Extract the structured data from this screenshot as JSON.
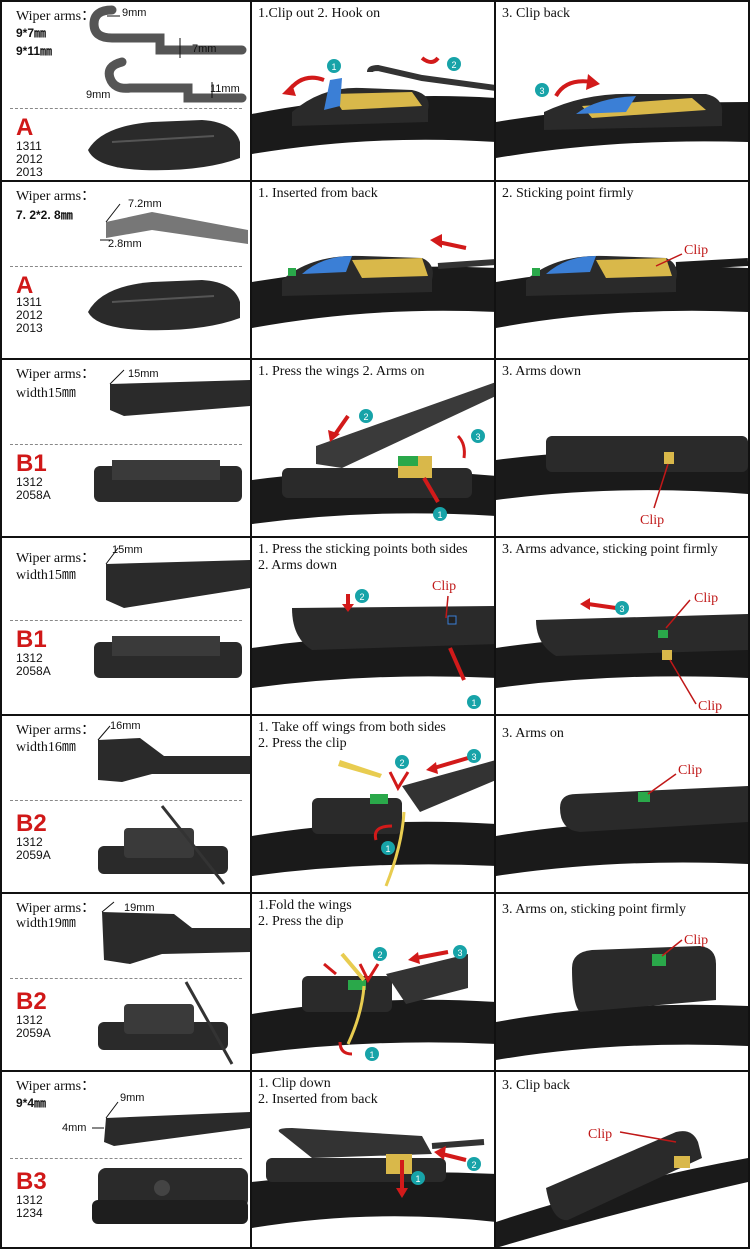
{
  "rows": [
    {
      "arms_label": "Wiper arms：",
      "arms_size": [
        "9*7㎜",
        "9*11㎜"
      ],
      "dims": [
        "9mm",
        "7mm",
        "9mm",
        "11mm"
      ],
      "type": "A",
      "codes": [
        "1311",
        "2012",
        "2013"
      ],
      "step_a": [
        "1.Clip out 2. Hook on"
      ],
      "step_b": [
        "3. Clip back"
      ],
      "clip_labels_a": [],
      "clip_labels_b": [],
      "badges_a": [
        "1",
        "2"
      ],
      "badges_b": [
        "3"
      ]
    },
    {
      "arms_label": "Wiper arms：",
      "arms_size": [
        "7. 2*2. 8㎜"
      ],
      "dims": [
        "7.2mm",
        "2.8mm"
      ],
      "type": "A",
      "codes": [
        "1311",
        "2012",
        "2013"
      ],
      "step_a": [
        "1. Inserted from back"
      ],
      "step_b": [
        "2. Sticking point firmly"
      ],
      "clip_labels_a": [],
      "clip_labels_b": [
        "Clip"
      ],
      "badges_a": [],
      "badges_b": []
    },
    {
      "arms_label": "Wiper arms：",
      "arms_size": [
        "width15㎜"
      ],
      "dims": [
        "15mm"
      ],
      "type": "B1",
      "codes": [
        "1312",
        "2058A"
      ],
      "step_a": [
        "1. Press the wings    2. Arms on"
      ],
      "step_b": [
        "3. Arms down"
      ],
      "clip_labels_a": [],
      "clip_labels_b": [
        "Clip"
      ],
      "badges_a": [
        "2",
        "3",
        "1"
      ],
      "badges_b": []
    },
    {
      "arms_label": "Wiper arms：",
      "arms_size": [
        "width15㎜"
      ],
      "dims": [
        "15mm"
      ],
      "type": "B1",
      "codes": [
        "1312",
        "2058A"
      ],
      "step_a": [
        "1. Press the sticking points both sides",
        "2. Arms down"
      ],
      "step_b": [
        "3. Arms advance, sticking point firmly"
      ],
      "clip_labels_a": [
        "Clip"
      ],
      "clip_labels_b": [
        "Clip",
        "Clip"
      ],
      "badges_a": [
        "2",
        "1"
      ],
      "badges_b": [
        "3"
      ]
    },
    {
      "arms_label": "Wiper arms：",
      "arms_size": [
        "width16㎜"
      ],
      "dims": [
        "16mm"
      ],
      "type": "B2",
      "codes": [
        "1312",
        "2059A"
      ],
      "step_a": [
        "1. Take off wings from both sides",
        "2. Press the clip"
      ],
      "step_b": [
        "3. Arms on"
      ],
      "clip_labels_a": [],
      "clip_labels_b": [
        "Clip"
      ],
      "badges_a": [
        "2",
        "3",
        "1"
      ],
      "badges_b": []
    },
    {
      "arms_label": "Wiper arms：",
      "arms_size": [
        "width19㎜"
      ],
      "dims": [
        "19mm"
      ],
      "type": "B2",
      "codes": [
        "1312",
        "2059A"
      ],
      "step_a": [
        "1.Fold the wings",
        "2. Press the dip"
      ],
      "step_b": [
        "3. Arms on, sticking point firmly"
      ],
      "clip_labels_a": [],
      "clip_labels_b": [
        "Clip"
      ],
      "badges_a": [
        "2",
        "3",
        "1"
      ],
      "badges_b": []
    },
    {
      "arms_label": "Wiper arms：",
      "arms_size": [
        "9*4㎜"
      ],
      "dims": [
        "9mm",
        "4mm"
      ],
      "type": "B3",
      "codes": [
        "1312",
        "1234"
      ],
      "step_a": [
        "1. Clip down",
        "2. Inserted from back"
      ],
      "step_b": [
        "3. Clip back"
      ],
      "clip_labels_a": [],
      "clip_labels_b": [
        "Clip"
      ],
      "badges_a": [
        "1",
        "2"
      ],
      "badges_b": []
    }
  ],
  "colors": {
    "type_red": "#d01818",
    "arrow_red": "#d21a1a",
    "badge_teal": "#17a3a8",
    "clip_yellow": "#d9b84a",
    "clip_green": "#2aa84a",
    "clip_blue": "#3b7fd6",
    "blade_black": "#1a1a1a"
  }
}
